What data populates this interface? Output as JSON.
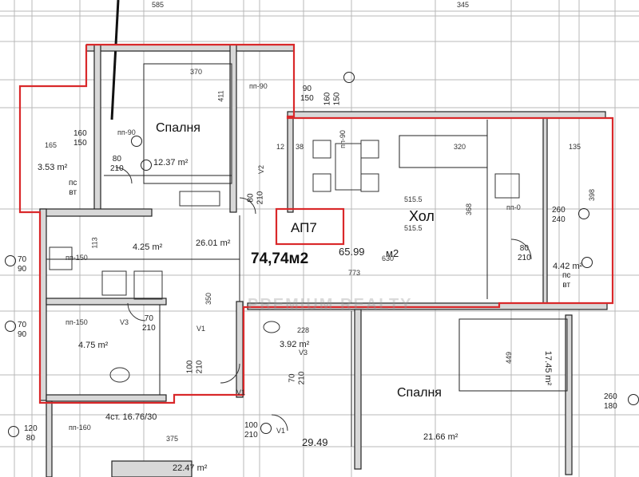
{
  "colors": {
    "highlight": "#d9282a",
    "wall": "#222222",
    "grid": "#b5b5b5"
  },
  "apartment": {
    "label": "АП7",
    "total_area": "74,74м2",
    "living_area": "65.99",
    "living_unit": "м2"
  },
  "rooms": {
    "bedroom_top": "Спалня",
    "bedroom_bottom": "Спалня",
    "living": "Хол"
  },
  "areas": {
    "terrace_left": "3.53 m²",
    "bedroom_top": "12.37 m²",
    "kitchen": "4.25 m²",
    "living": "26.01 m²",
    "terrace_right": "4.42 m²",
    "bath": "4.75 m²",
    "wc": "3.92 m²",
    "bedroom_bottom": "17.45 m²",
    "other_bedroom": "21.66 m²",
    "other_room": "22.47 m²",
    "other_num": "29.49"
  },
  "openings": {
    "d160_150": [
      "160",
      "150"
    ],
    "d80_210_a": [
      "80",
      "210"
    ],
    "d90_150": [
      "90",
      "150"
    ],
    "d160_150_v": [
      "160",
      "150"
    ],
    "d260_240": [
      "260",
      "240"
    ],
    "d80_210_b": [
      "80",
      "210"
    ],
    "d70_90_a": [
      "70",
      "90"
    ],
    "d70_90_b": [
      "70",
      "90"
    ],
    "d70_210": [
      "70",
      "210"
    ],
    "d120_80": [
      "120",
      "80"
    ],
    "d100_210": [
      "100",
      "210"
    ],
    "d260_180": [
      "260",
      "180"
    ],
    "d70_210_v": [
      "70",
      "210"
    ],
    "d100_210_v": [
      "100",
      "210"
    ],
    "d80_210_v": [
      "80",
      "210"
    ]
  },
  "notes": {
    "pp90_a": "пп-90",
    "pp90_b": "пп-90",
    "pp90_c": "пп-90",
    "pp150_a": "пп-150",
    "pp150_b": "пп-150",
    "pp160": "пп-160",
    "pp0": "пп-0",
    "pc_vt_left": [
      "пс",
      "вт"
    ],
    "pc_vt_right": [
      "пс",
      "вт"
    ],
    "floor_note": "4ст. 16.76/30",
    "watermark": "PREMIUM REALTY"
  },
  "marks": {
    "v1a": "V1",
    "v1b": "V1",
    "v1c": "V1",
    "v2": "V2",
    "v3a": "V3",
    "v3b": "V3"
  },
  "dims": {
    "d585": "585",
    "d345": "345",
    "d370": "370",
    "d411": "411",
    "d165": "165",
    "d320": "320",
    "d135": "135",
    "d5155a": "515.5",
    "d5155b": "515.5",
    "d368": "368",
    "d630": "630",
    "d773": "773",
    "d350": "350",
    "d228": "228",
    "d449": "449",
    "d375": "375",
    "d113": "113",
    "d398": "398",
    "d12": "12",
    "d38": "38"
  }
}
